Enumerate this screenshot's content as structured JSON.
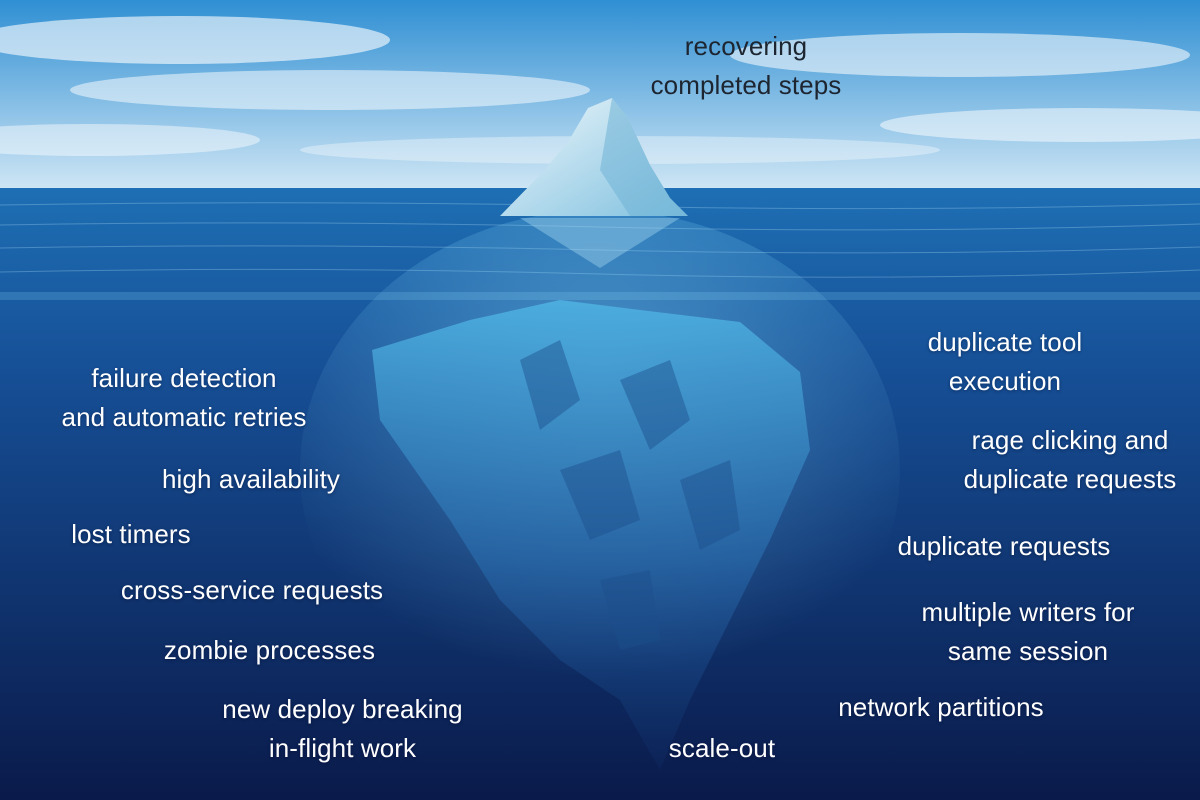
{
  "colors": {
    "sky_top": "#2f8fd3",
    "sky_horizon": "#cfe6f5",
    "sea_surface": "#1e6fb4",
    "sea_deep": "#0a1a4a",
    "ice_light": "#eef7fb",
    "ice_shadow": "#7fc0df",
    "label_above_water": "#1d2530",
    "label_below_water": "#ffffff"
  },
  "labels": {
    "recovering_completed_steps": [
      "recovering",
      "completed steps"
    ],
    "failure_detection": [
      "failure detection",
      "and automatic retries"
    ],
    "high_availability": [
      "high availability"
    ],
    "lost_timers": [
      "lost timers"
    ],
    "cross_service_requests": [
      "cross-service requests"
    ],
    "zombie_processes": [
      "zombie processes"
    ],
    "new_deploy": [
      "new deploy breaking",
      "in-flight work"
    ],
    "duplicate_tool_execution": [
      "duplicate tool",
      "execution"
    ],
    "rage_clicking": [
      "rage clicking and",
      "duplicate requests"
    ],
    "duplicate_requests": [
      "duplicate requests"
    ],
    "multiple_writers": [
      "multiple writers for",
      "same session"
    ],
    "network_partitions": [
      "network partitions"
    ],
    "scale_out": [
      "scale-out"
    ]
  }
}
